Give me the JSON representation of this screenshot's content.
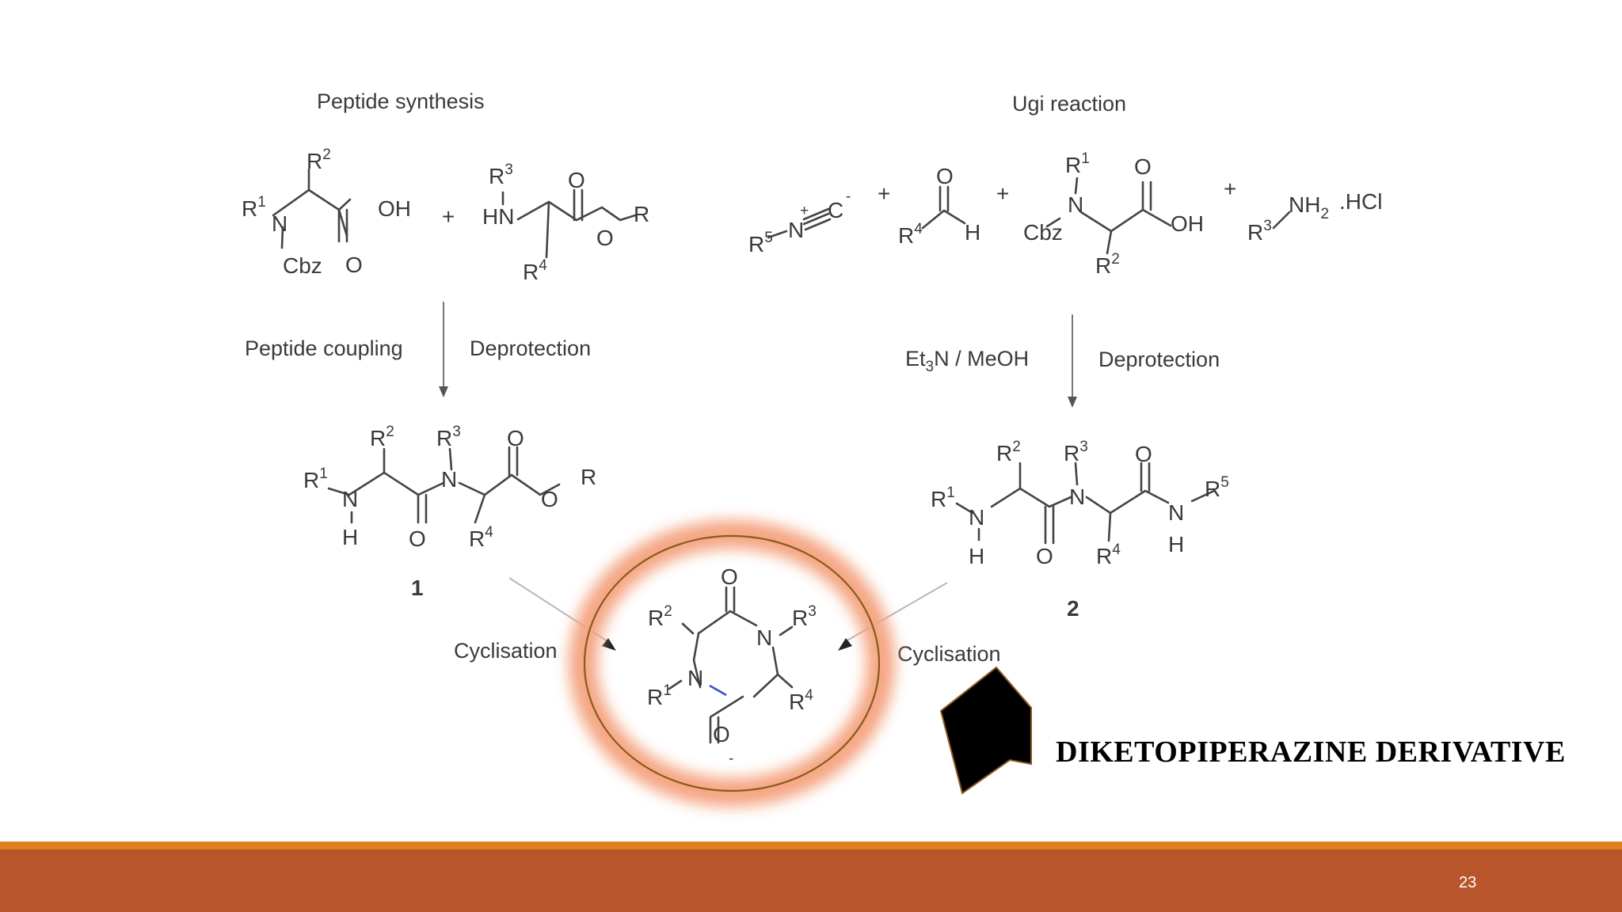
{
  "scheme": {
    "left_title": "Peptide synthesis",
    "right_title": "Ugi reaction",
    "left_steps": {
      "coupling": "Peptide coupling",
      "deprotection": "Deprotection"
    },
    "right_steps": {
      "solvent_main": "Et",
      "solvent_sub": "3",
      "solvent_rest": "N / MeOH",
      "deprotection": "Deprotection"
    },
    "cyclisation_left": "Cyclisation",
    "cyclisation_right": "Cyclisation",
    "compound_1": "1",
    "compound_2": "2",
    "plus": "+",
    "amine_salt": ".HCl",
    "ester_r": "R",
    "dot_mark": "-"
  },
  "caption": "DIKETOPIPERAZINE DERIVATIVE",
  "page_number": "23",
  "colors": {
    "footer": "#b8552a",
    "footer_line": "#e0801d",
    "highlight_ring": "#f4a07c",
    "circle": "#8a5a1e",
    "arrow": "#000000"
  }
}
